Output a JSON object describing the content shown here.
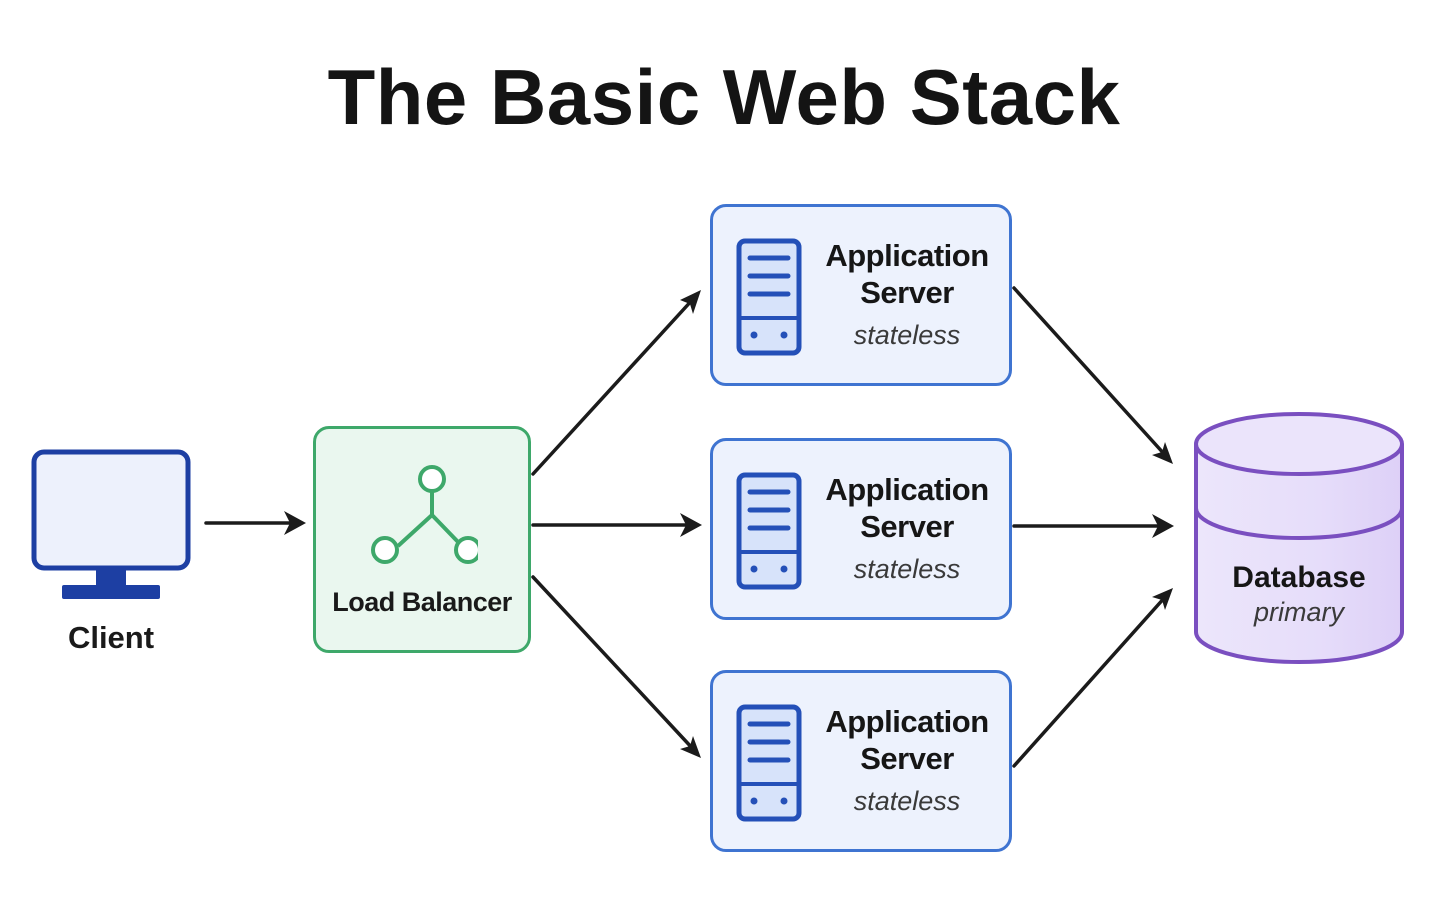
{
  "title": "The Basic Web Stack",
  "nodes": {
    "client": {
      "label": "Client",
      "icon": "monitor-icon"
    },
    "load_balancer": {
      "label": "Load Balancer",
      "icon": "network-nodes-icon"
    },
    "app_servers": [
      {
        "title_line1": "Application",
        "title_line2": "Server",
        "subtitle": "stateless",
        "icon": "server-icon"
      },
      {
        "title_line1": "Application",
        "title_line2": "Server",
        "subtitle": "stateless",
        "icon": "server-icon"
      },
      {
        "title_line1": "Application",
        "title_line2": "Server",
        "subtitle": "stateless",
        "icon": "server-icon"
      }
    ],
    "database": {
      "label": "Database",
      "subtitle": "primary",
      "icon": "database-cylinder-icon"
    }
  },
  "edges": [
    {
      "from": "client",
      "to": "load_balancer"
    },
    {
      "from": "load_balancer",
      "to": "app_server_1"
    },
    {
      "from": "load_balancer",
      "to": "app_server_2"
    },
    {
      "from": "load_balancer",
      "to": "app_server_3"
    },
    {
      "from": "app_server_1",
      "to": "database"
    },
    {
      "from": "app_server_2",
      "to": "database"
    },
    {
      "from": "app_server_3",
      "to": "database"
    }
  ],
  "colors": {
    "client": "#1d3fa3",
    "load_balancer_border": "#3ea86a",
    "load_balancer_fill": "#eaf7ef",
    "app_border": "#3f74d1",
    "app_fill": "#edf2fd",
    "database_border": "#7a4fc0",
    "database_fill": "#efe9fb",
    "arrows": "#1b1b1b"
  }
}
